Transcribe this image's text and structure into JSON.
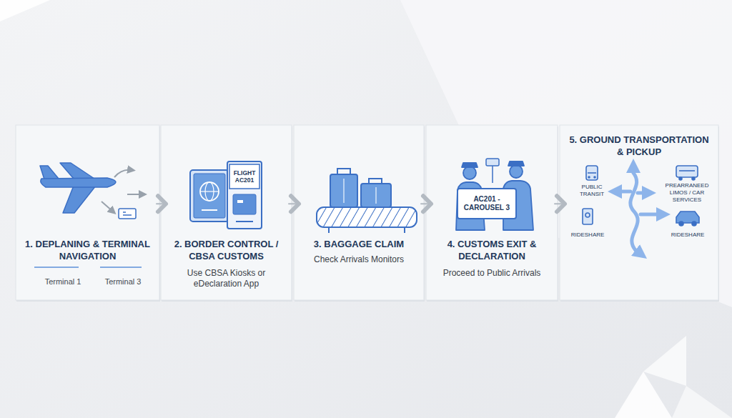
{
  "diagram": {
    "nodes": [
      {
        "text": [
          "1. DEPLANING & TERMINAL NAVIGATION"
        ]
      },
      {
        "text": [
          "2. BORDER CONTROL / CBSA CUSTOMS",
          "Use CBSA Kiosks or eDeclaration App"
        ]
      },
      {
        "text": [
          "3. BAGGAGE CLAIM",
          "Check Arrivals Monitors"
        ]
      },
      {
        "text": [
          "4. CUSTOMS EXIT & DECLARATION",
          "Proceed to Public Arrivals"
        ]
      },
      {
        "text": [
          "5. GROUND TRANSPORTATION & PICKUP"
        ]
      }
    ],
    "edges": [
      {
        "from": 0,
        "to": 1,
        "arrow": "to"
      },
      {
        "from": 1,
        "to": 2,
        "arrow": "to"
      },
      {
        "from": 2,
        "to": 3,
        "arrow": "to"
      },
      {
        "from": 3,
        "to": 4,
        "arrow": "to"
      }
    ],
    "labels": [
      "Terminal 1",
      "Terminal 3",
      "FLIGHT AC201",
      "AC201 - CAROUSEL 3",
      "PUBLIC TRANSIT",
      "PREARRANEED LIMOS / CAR SERVICES",
      "RIDESHARE",
      "RIDESHARE"
    ]
  }
}
